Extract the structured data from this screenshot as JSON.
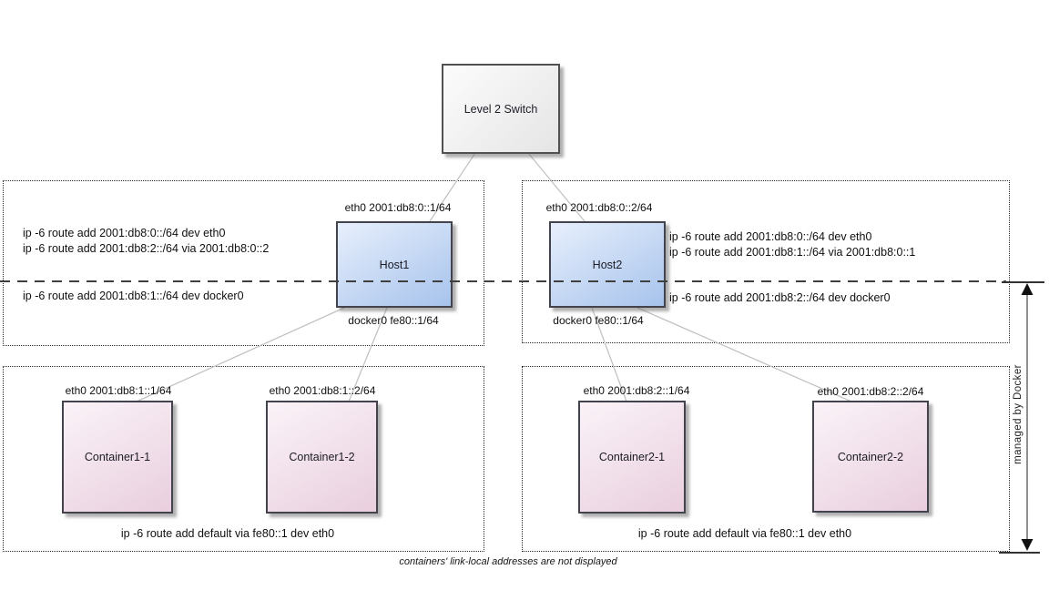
{
  "switch": {
    "label": "Level 2 Switch"
  },
  "hosts": [
    {
      "name": "Host1",
      "eth0_label": "eth0 2001:db8:0::1/64",
      "docker0_label": "docker0 fe80::1/64",
      "routes_above": [
        "ip -6 route add 2001:db8:0::/64 dev eth0",
        "ip -6 route add 2001:db8:2::/64 via 2001:db8:0::2"
      ],
      "route_below": "ip -6 route add 2001:db8:1::/64 dev docker0"
    },
    {
      "name": "Host2",
      "eth0_label": "eth0 2001:db8:0::2/64",
      "docker0_label": "docker0 fe80::1/64",
      "routes_above": [
        "ip -6 route add 2001:db8:0::/64 dev eth0",
        "ip -6 route add 2001:db8:1::/64 via 2001:db8:0::1"
      ],
      "route_below": "ip -6 route add 2001:db8:2::/64 dev docker0"
    }
  ],
  "container_groups": [
    {
      "default_route": "ip -6 route add default via fe80::1 dev eth0",
      "containers": [
        {
          "name": "Container1-1",
          "eth0_label": "eth0 2001:db8:1::1/64"
        },
        {
          "name": "Container1-2",
          "eth0_label": "eth0 2001:db8:1::2/64"
        }
      ]
    },
    {
      "default_route": "ip -6 route add default via fe80::1 dev eth0",
      "containers": [
        {
          "name": "Container2-1",
          "eth0_label": "eth0 2001:db8:2::1/64"
        },
        {
          "name": "Container2-2",
          "eth0_label": "eth0 2001:db8:2::2/64"
        }
      ]
    }
  ],
  "side_label": "managed by Docker",
  "footnote": "containers' link-local addresses are not displayed",
  "colors": {
    "host_fill_light": "#e7effc",
    "host_fill": "#a7c3ec",
    "container_fill_light": "#faf3f8",
    "container_fill": "#e9cede",
    "switch_fill": "#e5e5e5",
    "box_border": "#43434e",
    "connector_gray": "#c3c3c3",
    "dashed_line": "#3f3f3f"
  }
}
